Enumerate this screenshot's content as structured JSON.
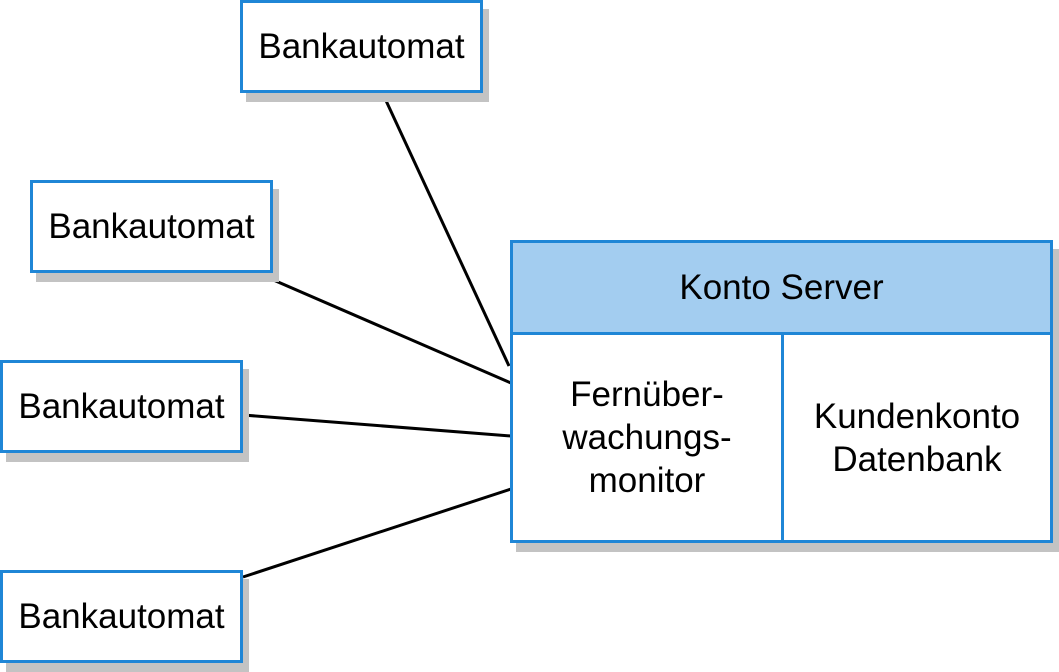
{
  "nodes": {
    "atms": [
      {
        "label": "Bankautomat"
      },
      {
        "label": "Bankautomat"
      },
      {
        "label": "Bankautomat"
      },
      {
        "label": "Bankautomat"
      }
    ],
    "server": {
      "title": "Konto Server",
      "monitor_label": "Fernüber-\nwachungs-\nmonitor",
      "database_label": "Kundenkonto\nDatenbank"
    }
  },
  "colors": {
    "border": "#1f86d6",
    "header_fill": "#a3cdf0",
    "shadow": "#c3c3c3",
    "line": "#000000"
  }
}
